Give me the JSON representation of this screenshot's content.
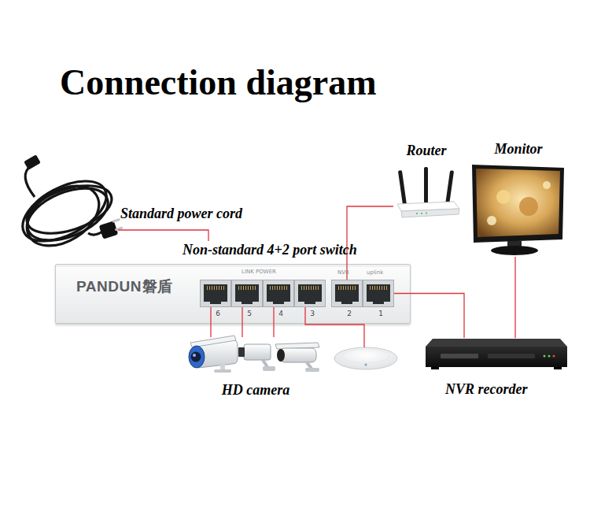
{
  "diagram": {
    "title": "Connection diagram",
    "nodes": [
      {
        "text": [
          "Standard power cord"
        ]
      },
      {
        "text": [
          "Router"
        ]
      },
      {
        "text": [
          "Monitor"
        ]
      },
      {
        "text": [
          "Non-standard 4+2 port switch",
          "PANDUN",
          "磐盾",
          "LINK POWER",
          "NVR",
          "uplink"
        ]
      },
      {
        "text": [
          "6"
        ],
        "in": 3
      },
      {
        "text": [
          "5"
        ],
        "in": 3
      },
      {
        "text": [
          "4"
        ],
        "in": 3
      },
      {
        "text": [
          "3"
        ],
        "in": 3
      },
      {
        "text": [
          "2"
        ],
        "in": 3
      },
      {
        "text": [
          "1"
        ],
        "in": 3
      },
      {
        "text": [
          "HD camera"
        ]
      },
      {
        "text": [
          "NVR recorder"
        ]
      }
    ],
    "edges": [
      {
        "from": 0,
        "to": 3,
        "arrow": "none"
      },
      {
        "from": 8,
        "to": 1,
        "arrow": "none"
      },
      {
        "from": 9,
        "to": 11,
        "arrow": "none"
      },
      {
        "from": 11,
        "to": 2,
        "arrow": "none"
      },
      {
        "from": 4,
        "to": 10,
        "arrow": "none"
      },
      {
        "from": 5,
        "to": 10,
        "arrow": "none"
      },
      {
        "from": 6,
        "to": 10,
        "arrow": "none"
      }
    ]
  }
}
